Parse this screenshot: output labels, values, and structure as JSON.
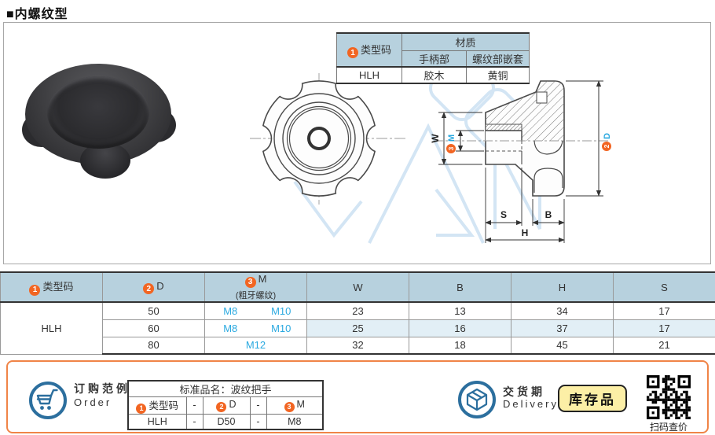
{
  "title": "■内螺纹型",
  "material_table": {
    "type_code_num": "1",
    "type_code_label": "类型码",
    "material_label": "材质",
    "handle_label": "手柄部",
    "insert_label": "螺纹部嵌套",
    "row": {
      "code": "HLH",
      "handle": "胶木",
      "insert": "黄铜"
    }
  },
  "drawing": {
    "labels": {
      "w": "W",
      "s": "S",
      "b": "B",
      "h": "H",
      "d": "D",
      "m": "M"
    },
    "nums": {
      "d": "2",
      "m": "3"
    }
  },
  "spec_table": {
    "type_code_num": "1",
    "type_code_label": "类型码",
    "d_num": "2",
    "d_label": "D",
    "m_num": "3",
    "m_label": "M",
    "m_sub": "(粗牙螺纹)",
    "w_label": "W",
    "b_label": "B",
    "h_label": "H",
    "s_label": "S",
    "type_code": "HLH",
    "rows": [
      {
        "d": "50",
        "m": [
          "M8",
          "M10"
        ],
        "w": "23",
        "b": "13",
        "h": "34",
        "s": "17",
        "tint": false
      },
      {
        "d": "60",
        "m": [
          "M8",
          "M10"
        ],
        "w": "25",
        "b": "16",
        "h": "37",
        "s": "17",
        "tint": true
      },
      {
        "d": "80",
        "m": [
          "M12"
        ],
        "w": "32",
        "b": "18",
        "h": "45",
        "s": "21",
        "tint": false
      }
    ]
  },
  "order": {
    "label_cn": "订购范例",
    "label_en": "Order",
    "table_title": "标准品名：波纹把手",
    "h1_num": "1",
    "h1": "类型码",
    "h2": "-",
    "h3_num": "2",
    "h3": "D",
    "h4": "-",
    "h5_num": "3",
    "h5": "M",
    "v1": "HLH",
    "v2": "-",
    "v3": "D50",
    "v4": "-",
    "v5": "M8"
  },
  "delivery": {
    "label_cn": "交货期",
    "label_en": "Delivery",
    "stock_badge": "库存品",
    "qr_caption": "扫码查价"
  },
  "colors": {
    "accent_orange": "#f26522",
    "blue_text": "#2aa9e0",
    "icon_blue": "#2c6f9e",
    "header_bg": "#b7d1de",
    "row_tint": "#e2eff6",
    "strip_border": "#f08447"
  }
}
